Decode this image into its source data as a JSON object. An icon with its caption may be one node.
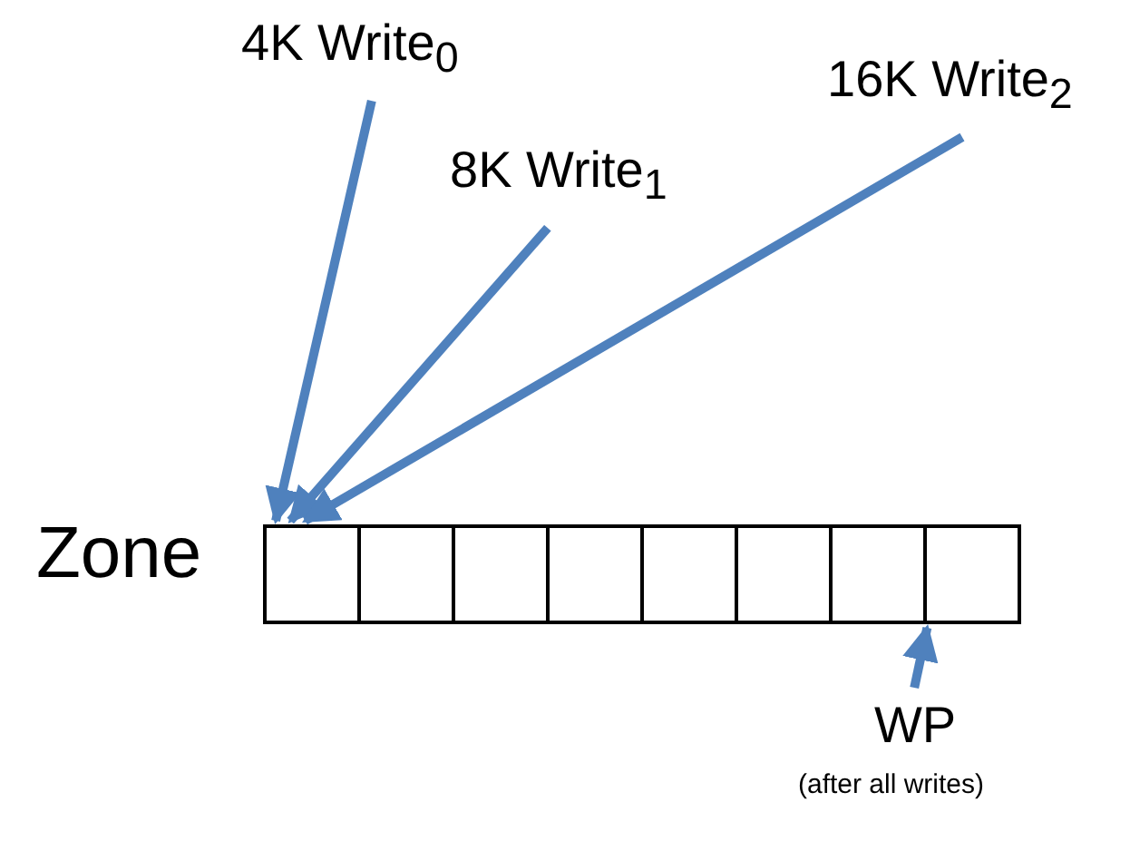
{
  "diagram": {
    "nodes": [
      {
        "text": [
          "4K Write$_{0}$"
        ]
      },
      {
        "text": [
          "8K Write$_{1}$"
        ]
      },
      {
        "text": [
          "16K Write$_{2}$"
        ]
      },
      {
        "text": [
          "Zone"
        ]
      },
      {
        "text": [],
        "shape": "box",
        "in": 3
      },
      {
        "text": [],
        "shape": "box",
        "in": 3
      },
      {
        "text": [],
        "shape": "box",
        "in": 3
      },
      {
        "text": [],
        "shape": "box",
        "in": 3
      },
      {
        "text": [],
        "shape": "box",
        "in": 3
      },
      {
        "text": [],
        "shape": "box",
        "in": 3
      },
      {
        "text": [],
        "shape": "box",
        "in": 3
      },
      {
        "text": [],
        "shape": "box",
        "in": 3
      },
      {
        "text": [
          "WP",
          "(after all writes)"
        ]
      }
    ],
    "edges": [
      {
        "from": 0,
        "to": 4,
        "arrow": "to"
      },
      {
        "from": 1,
        "to": 4,
        "arrow": "to"
      },
      {
        "from": 2,
        "to": 4,
        "arrow": "to"
      },
      {
        "from": 12,
        "to": 11,
        "arrow": "to"
      }
    ]
  }
}
